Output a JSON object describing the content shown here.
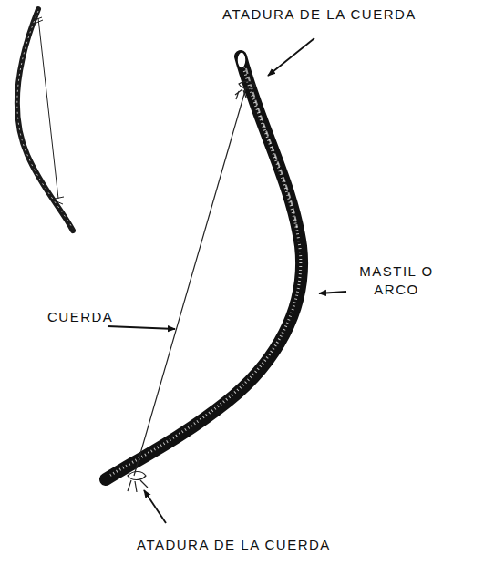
{
  "diagram": {
    "labels": [
      "ATADURA DE LA CUERDA",
      "MASTIL O ARCO",
      "CUERDA",
      "ATADURA DE LA CUERDA"
    ]
  }
}
